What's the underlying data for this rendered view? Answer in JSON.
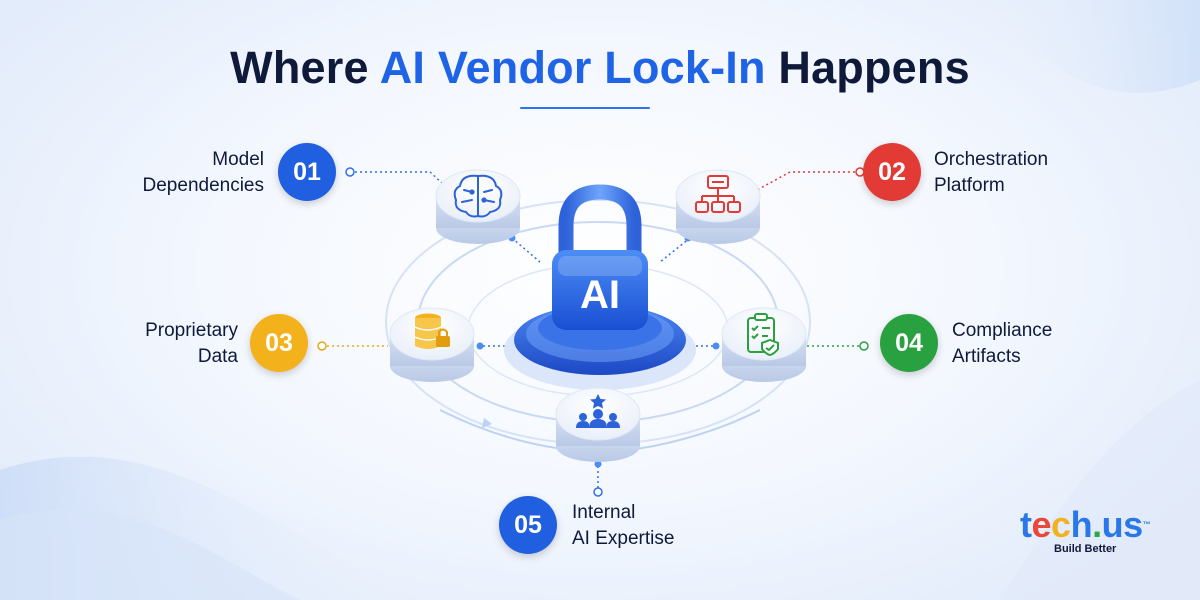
{
  "title": {
    "lead": "Where ",
    "accent": "AI Vendor Lock-In",
    "tail": " Happens"
  },
  "center": {
    "lock_label": "AI",
    "icon": "padlock-icon"
  },
  "items": [
    {
      "number": "01",
      "line1": "Model",
      "line2": "Dependencies",
      "icon": "brain-icon",
      "color": "#1f5fe0"
    },
    {
      "number": "02",
      "line1": "Orchestration",
      "line2": "Platform",
      "icon": "workflow-icon",
      "color": "#e23a34"
    },
    {
      "number": "03",
      "line1": "Proprietary",
      "line2": "Data",
      "icon": "database-lock-icon",
      "color": "#f3b21b"
    },
    {
      "number": "04",
      "line1": "Compliance",
      "line2": "Artifacts",
      "icon": "compliance-clipboard-icon",
      "color": "#2aa140"
    },
    {
      "number": "05",
      "line1": "Internal",
      "line2": "AI Expertise",
      "icon": "team-star-icon",
      "color": "#1f5fe0"
    }
  ],
  "logo": {
    "p1": "t",
    "p2": "e",
    "p3": "c",
    "p4": "h",
    "p5": ".",
    "p6": "us",
    "tm": "™",
    "tagline": "Build Better"
  }
}
